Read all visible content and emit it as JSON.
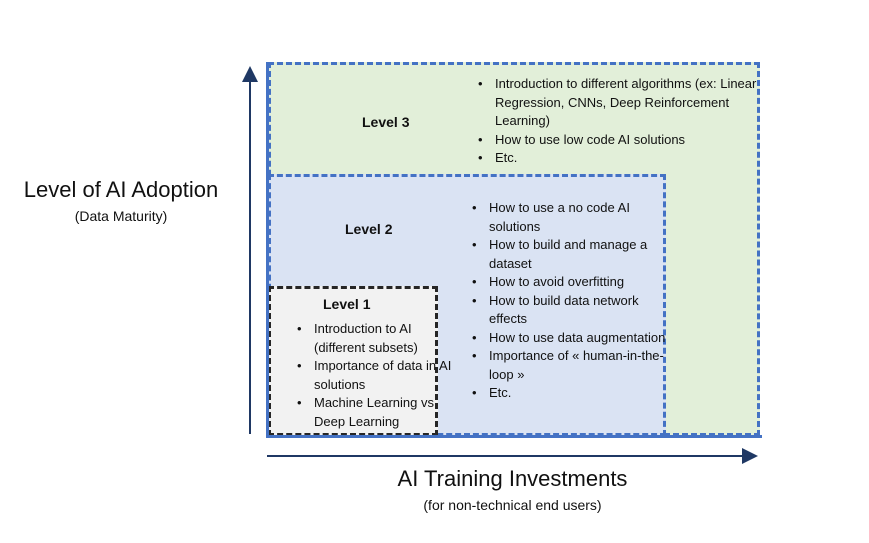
{
  "axes": {
    "y_title": "Level of AI Adoption",
    "y_subtitle": "(Data Maturity)",
    "x_title": "AI Training Investments",
    "x_subtitle": "(for non-technical end users)"
  },
  "levels": [
    {
      "label": "Level 1",
      "items": [
        "Introduction to AI (different subsets)",
        "Importance of data in AI solutions",
        "Machine Learning vs Deep Learning"
      ]
    },
    {
      "label": "Level 2",
      "items": [
        "How to use a no code AI solutions",
        "How to build and manage a dataset",
        "How to avoid overfitting",
        "How to build data network effects",
        "How to use data augmentation",
        "Importance of « human-in-the-loop »",
        "Etc."
      ]
    },
    {
      "label": "Level 3",
      "items": [
        "Introduction to different algorithms (ex: Linear Regression, CNNs, Deep Reinforcement Learning)",
        "How to use low code AI solutions",
        "Etc."
      ]
    }
  ],
  "colors": {
    "level1_fill": "#f2f2f2",
    "level1_border": "#262626",
    "level2_fill": "#dae3f3",
    "level3_fill": "#e2efd9",
    "border_blue": "#4472c4",
    "axis": "#1f3864"
  }
}
